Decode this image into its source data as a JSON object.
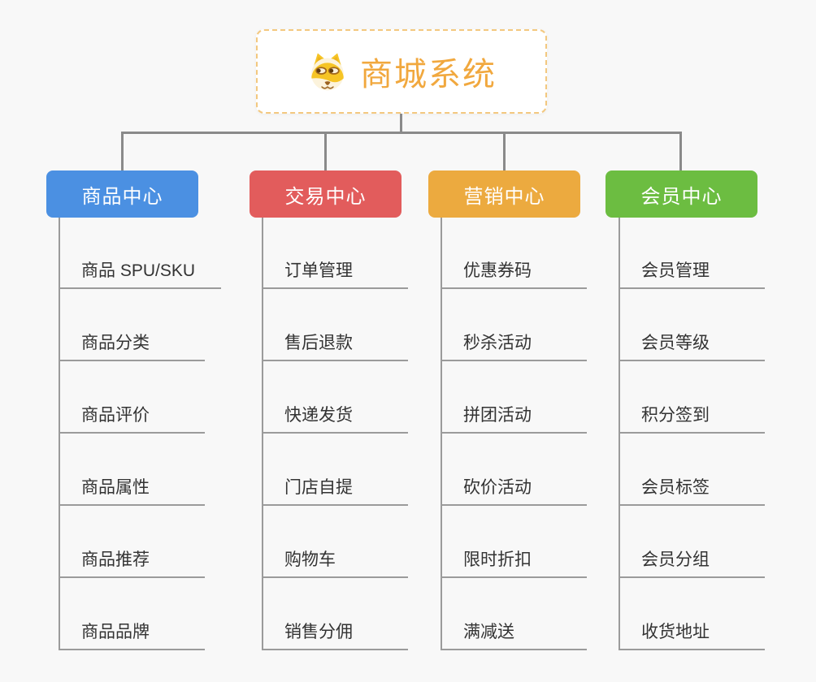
{
  "root": {
    "title": "商城系统",
    "icon": "dog-face-icon",
    "title_color": "#f1a83e",
    "border_color": "#f3c87f"
  },
  "connector_color": "#8a8a8a",
  "leaf_line_color": "#9b9b9b",
  "background_color": "#f8f8f8",
  "branches": [
    {
      "label": "商品中心",
      "color": "#4b90e2",
      "items": [
        "商品 SPU/SKU",
        "商品分类",
        "商品评价",
        "商品属性",
        "商品推荐",
        "商品品牌"
      ]
    },
    {
      "label": "交易中心",
      "color": "#e25c5c",
      "items": [
        "订单管理",
        "售后退款",
        "快递发货",
        "门店自提",
        "购物车",
        "销售分佣"
      ]
    },
    {
      "label": "营销中心",
      "color": "#ecaa3f",
      "items": [
        "优惠券码",
        "秒杀活动",
        "拼团活动",
        "砍价活动",
        "限时折扣",
        "满减送"
      ]
    },
    {
      "label": "会员中心",
      "color": "#6cbd41",
      "items": [
        "会员管理",
        "会员等级",
        "积分签到",
        "会员标签",
        "会员分组",
        "收货地址"
      ]
    }
  ]
}
